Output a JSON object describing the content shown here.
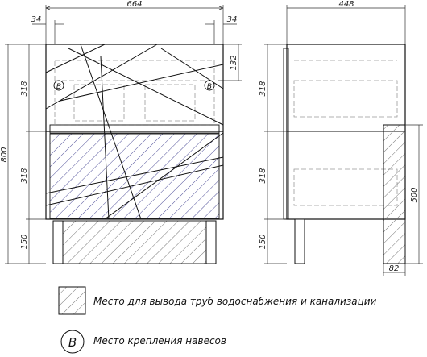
{
  "front_view": {
    "width_dim": "664",
    "side_offset_left": "34",
    "side_offset_right": "34",
    "top_panel_dim": "132",
    "total_height": "800",
    "section_top": "318",
    "section_middle": "318",
    "section_legs": "150",
    "mount_marker_left": "B",
    "mount_marker_right": "B"
  },
  "side_view": {
    "depth_dim": "448",
    "section_top": "318",
    "section_middle": "318",
    "section_legs": "150",
    "pipe_zone_height": "500",
    "pipe_zone_width": "82"
  },
  "legend": {
    "pipe_zone_label": "Место для вывода труб водоснабжения и канализации",
    "mount_symbol": "B",
    "mount_label": "Место крепления навесов"
  }
}
